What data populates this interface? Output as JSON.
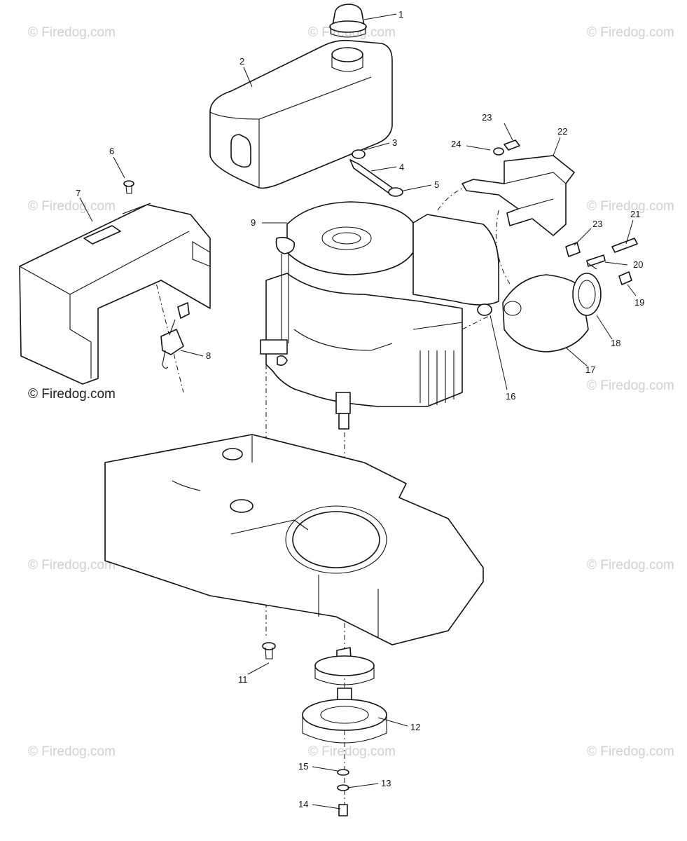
{
  "watermark": {
    "text": "© Firedog.com"
  },
  "parts": [
    {
      "callout": "1"
    },
    {
      "callout": "2"
    },
    {
      "callout": "3"
    },
    {
      "callout": "4"
    },
    {
      "callout": "5"
    },
    {
      "callout": "6"
    },
    {
      "callout": "7"
    },
    {
      "callout": "8"
    },
    {
      "callout": "9"
    },
    {
      "callout": "11"
    },
    {
      "callout": "12"
    },
    {
      "callout": "13"
    },
    {
      "callout": "14"
    },
    {
      "callout": "15"
    },
    {
      "callout": "16"
    },
    {
      "callout": "17"
    },
    {
      "callout": "18"
    },
    {
      "callout": "19"
    },
    {
      "callout": "20"
    },
    {
      "callout": "21"
    },
    {
      "callout": "22"
    },
    {
      "callout": "23"
    },
    {
      "callout": "24"
    }
  ],
  "extra_callouts": {
    "second_23": "23"
  }
}
